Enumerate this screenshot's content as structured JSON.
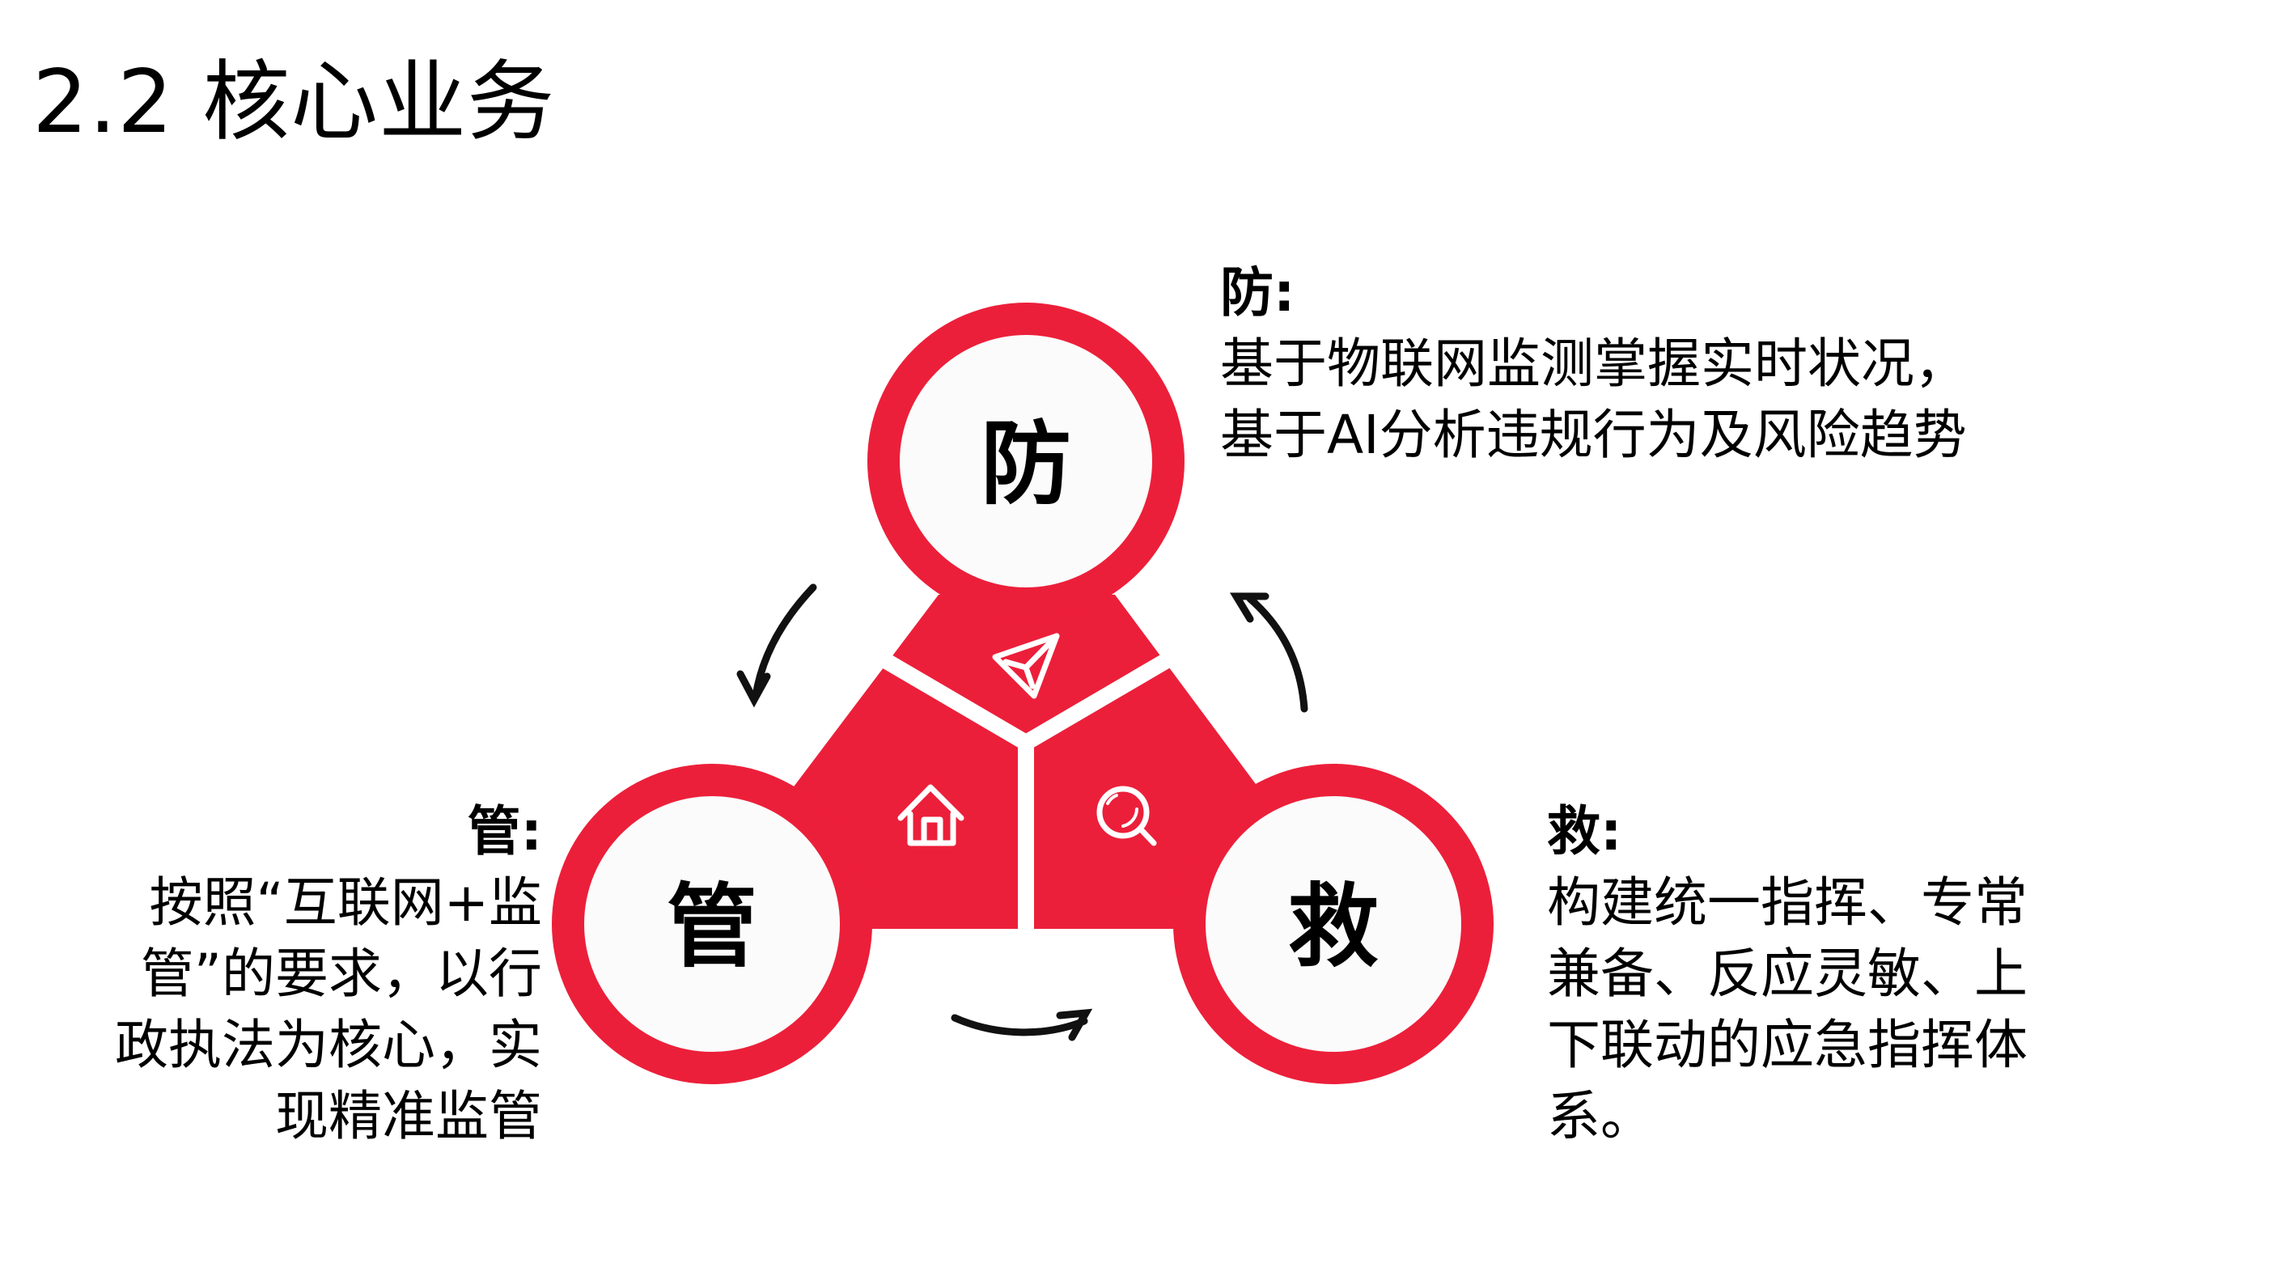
{
  "slide": {
    "title": "2.2 核心业务"
  },
  "theme": {
    "accent_red": "#EC1F3A",
    "circle_fill": "#FBFBFB",
    "arrow_color": "#111111",
    "text_color": "#000000"
  },
  "diagram": {
    "nodes": [
      {
        "id": "fang",
        "label": "防",
        "icon": "paper-plane-icon"
      },
      {
        "id": "guan",
        "label": "管",
        "icon": "house-icon"
      },
      {
        "id": "jiu",
        "label": "救",
        "icon": "magnifier-icon"
      }
    ],
    "arrows": [
      "fang-to-guan",
      "guan-to-jiu",
      "jiu-to-fang"
    ]
  },
  "descriptions": {
    "fang": {
      "heading": "防:",
      "lines": [
        "基于物联网监测掌握实时状况，",
        "基于AI分析违规行为及风险趋势"
      ]
    },
    "guan": {
      "heading": "管:",
      "lines": [
        "按照“互联网+监",
        "管”的要求，以行",
        "政执法为核心，实",
        "现精准监管"
      ]
    },
    "jiu": {
      "heading": "救:",
      "lines": [
        "构建统一指挥、专常",
        "兼备、反应灵敏、上",
        "下联动的应急指挥体",
        "系。"
      ]
    }
  }
}
